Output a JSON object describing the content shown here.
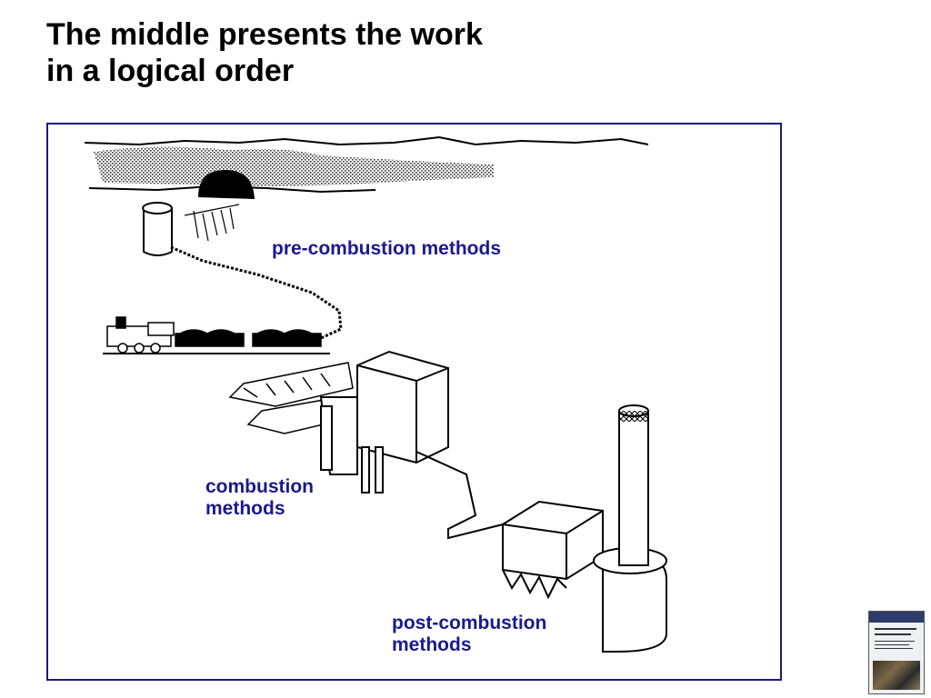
{
  "slide": {
    "title_line1": "The middle presents the work",
    "title_line2": "in a logical order"
  },
  "figure": {
    "labels": {
      "pre_combustion": "pre-combustion methods",
      "combustion_line1": "combustion",
      "combustion_line2": "methods",
      "post_combustion_line1": "post-combustion",
      "post_combustion_line2": "methods"
    },
    "colors": {
      "frame": "#1a1a80",
      "label": "#1a1a8c",
      "drawing": "#000000"
    }
  },
  "thumbnail": {
    "icon": "book-cover-icon"
  }
}
